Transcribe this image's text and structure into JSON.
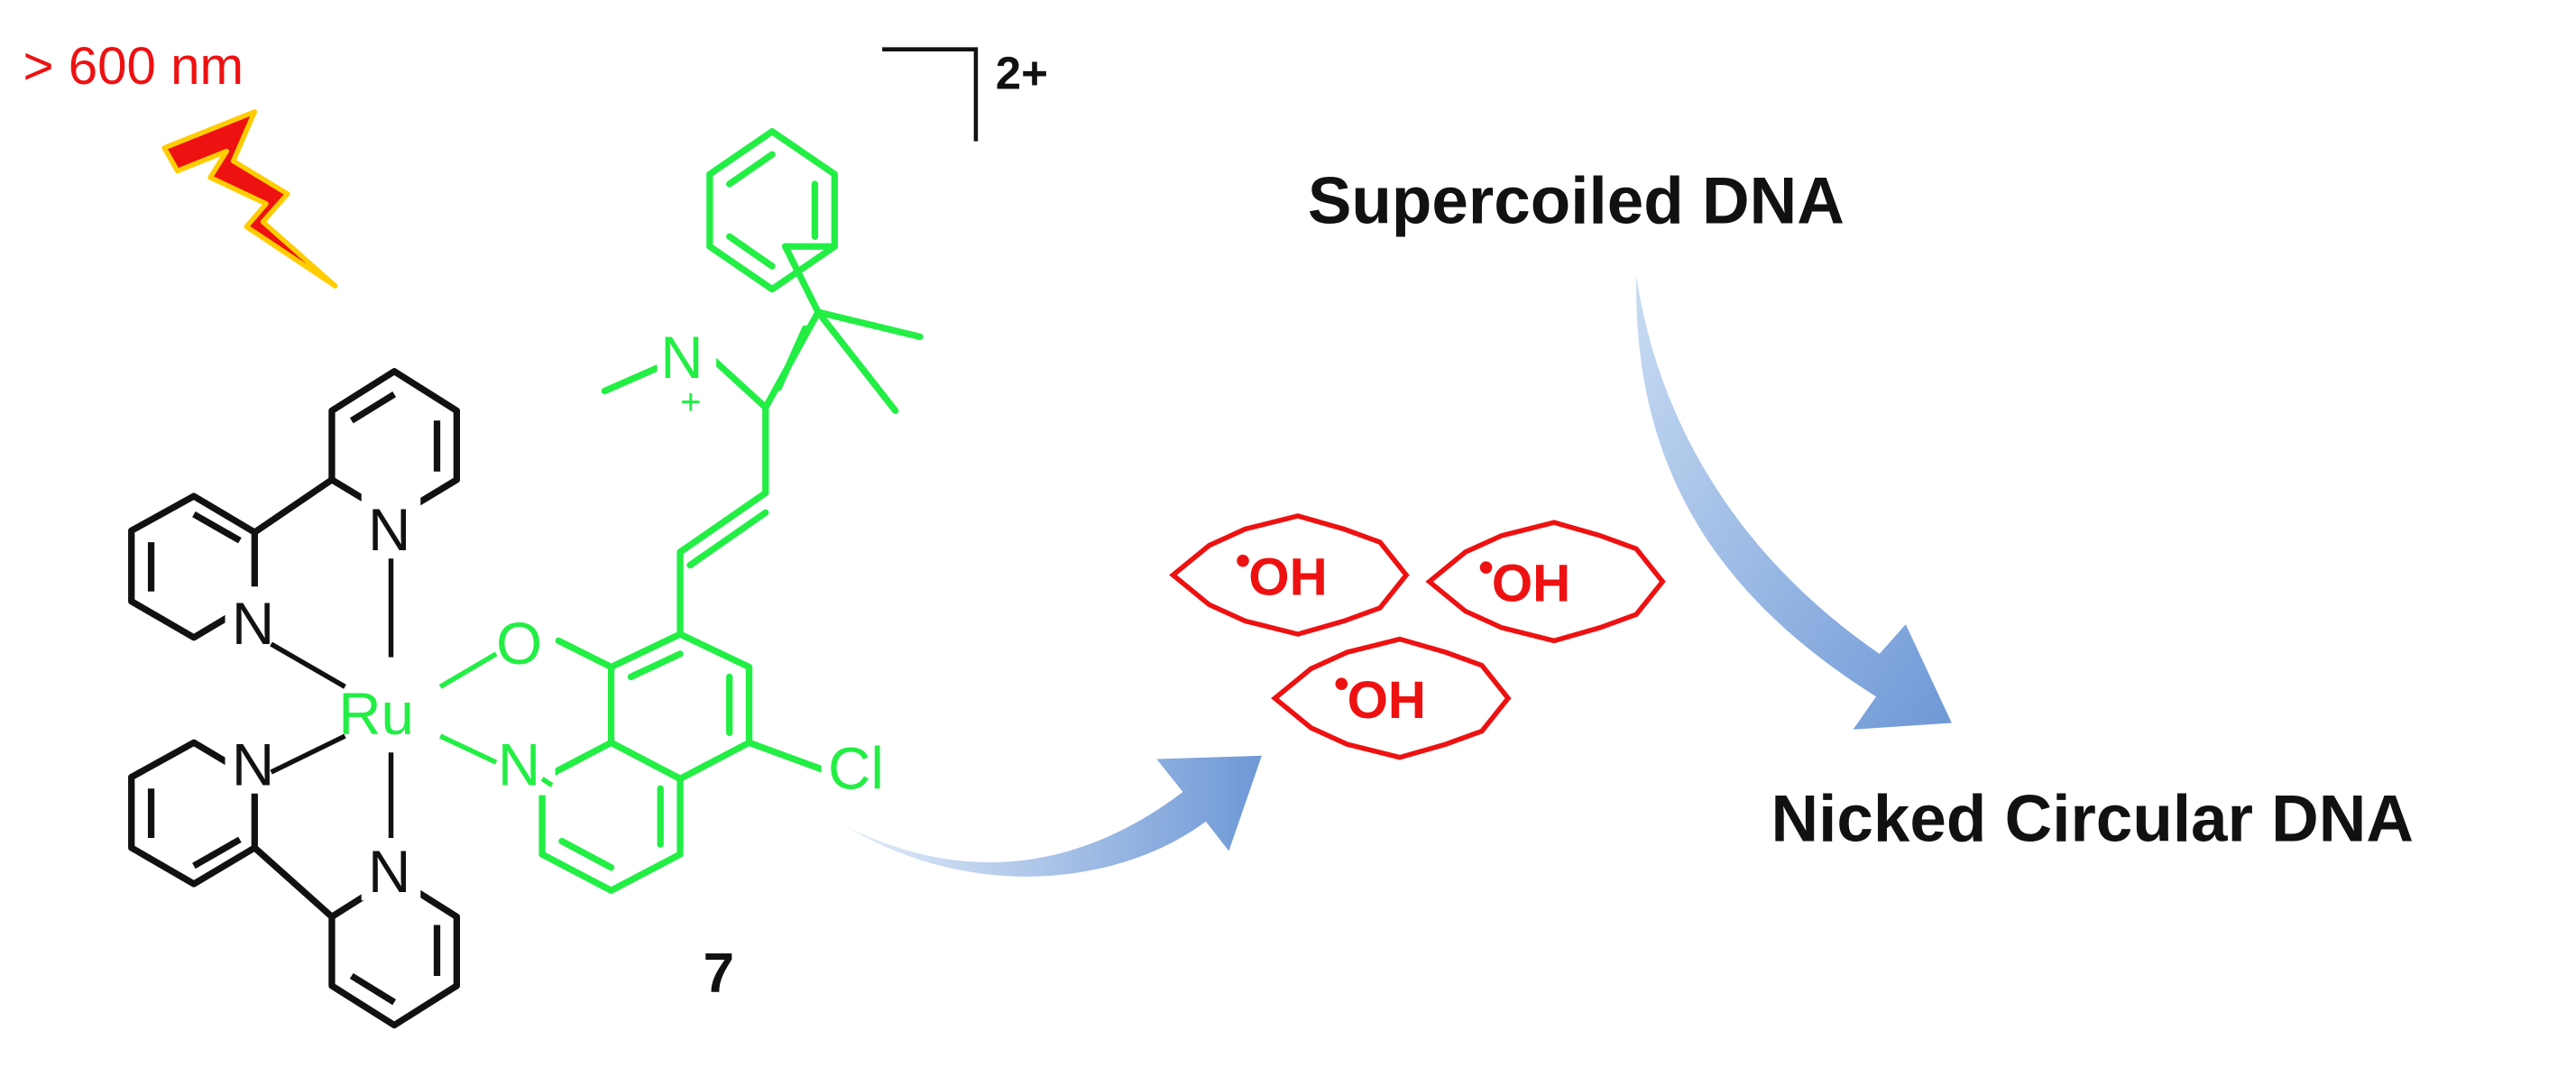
{
  "wavelength": "> 600 nm",
  "charge": "2+",
  "compound_number": "7",
  "atoms": {
    "ru": "Ru",
    "n": "N",
    "o": "O",
    "cl": "Cl",
    "plus": "+"
  },
  "radical": "OH",
  "dna": {
    "supercoiled": "Supercoiled DNA",
    "nicked": "Nicked Circular DNA"
  },
  "colors": {
    "ligand": "#22ee44",
    "complex": "#111111",
    "radical": "#ee1111",
    "arrow": "#7fa6dc",
    "light": "#ee1111",
    "light_edge": "#ffcc00"
  }
}
